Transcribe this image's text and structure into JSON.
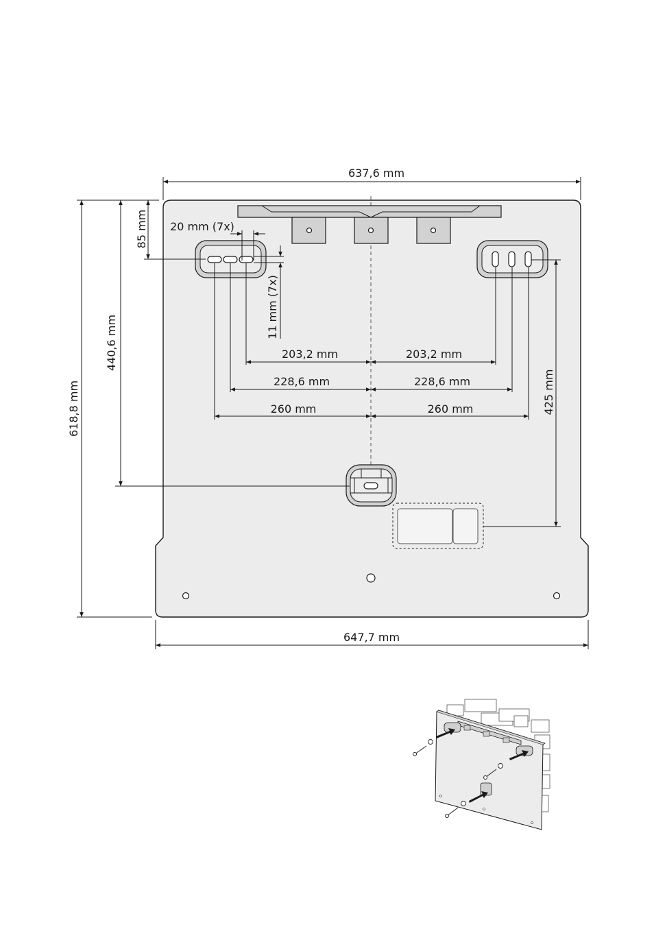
{
  "drawing": {
    "dimensions": {
      "top_width": "637,6 mm",
      "bottom_width": "647,7 mm",
      "total_height": "618,8 mm",
      "center_hole_height": "440,6 mm",
      "top_offset": "85 mm",
      "slot_pitch": "20 mm (7x)",
      "slot_width": "11 mm (7x)",
      "right_hole_height": "425 mm",
      "inner_left": "203,2 mm",
      "inner_right": "203,2 mm",
      "middle_left": "228,6 mm",
      "middle_right": "228,6 mm",
      "outer_left": "260 mm",
      "outer_right": "260 mm"
    },
    "colors": {
      "plate_fill": "#ececec",
      "bracket_fill": "#d2d2d2",
      "line": "#1a1a1a"
    }
  },
  "illustration": {
    "description_icon": "wall-mounting-illustration"
  }
}
